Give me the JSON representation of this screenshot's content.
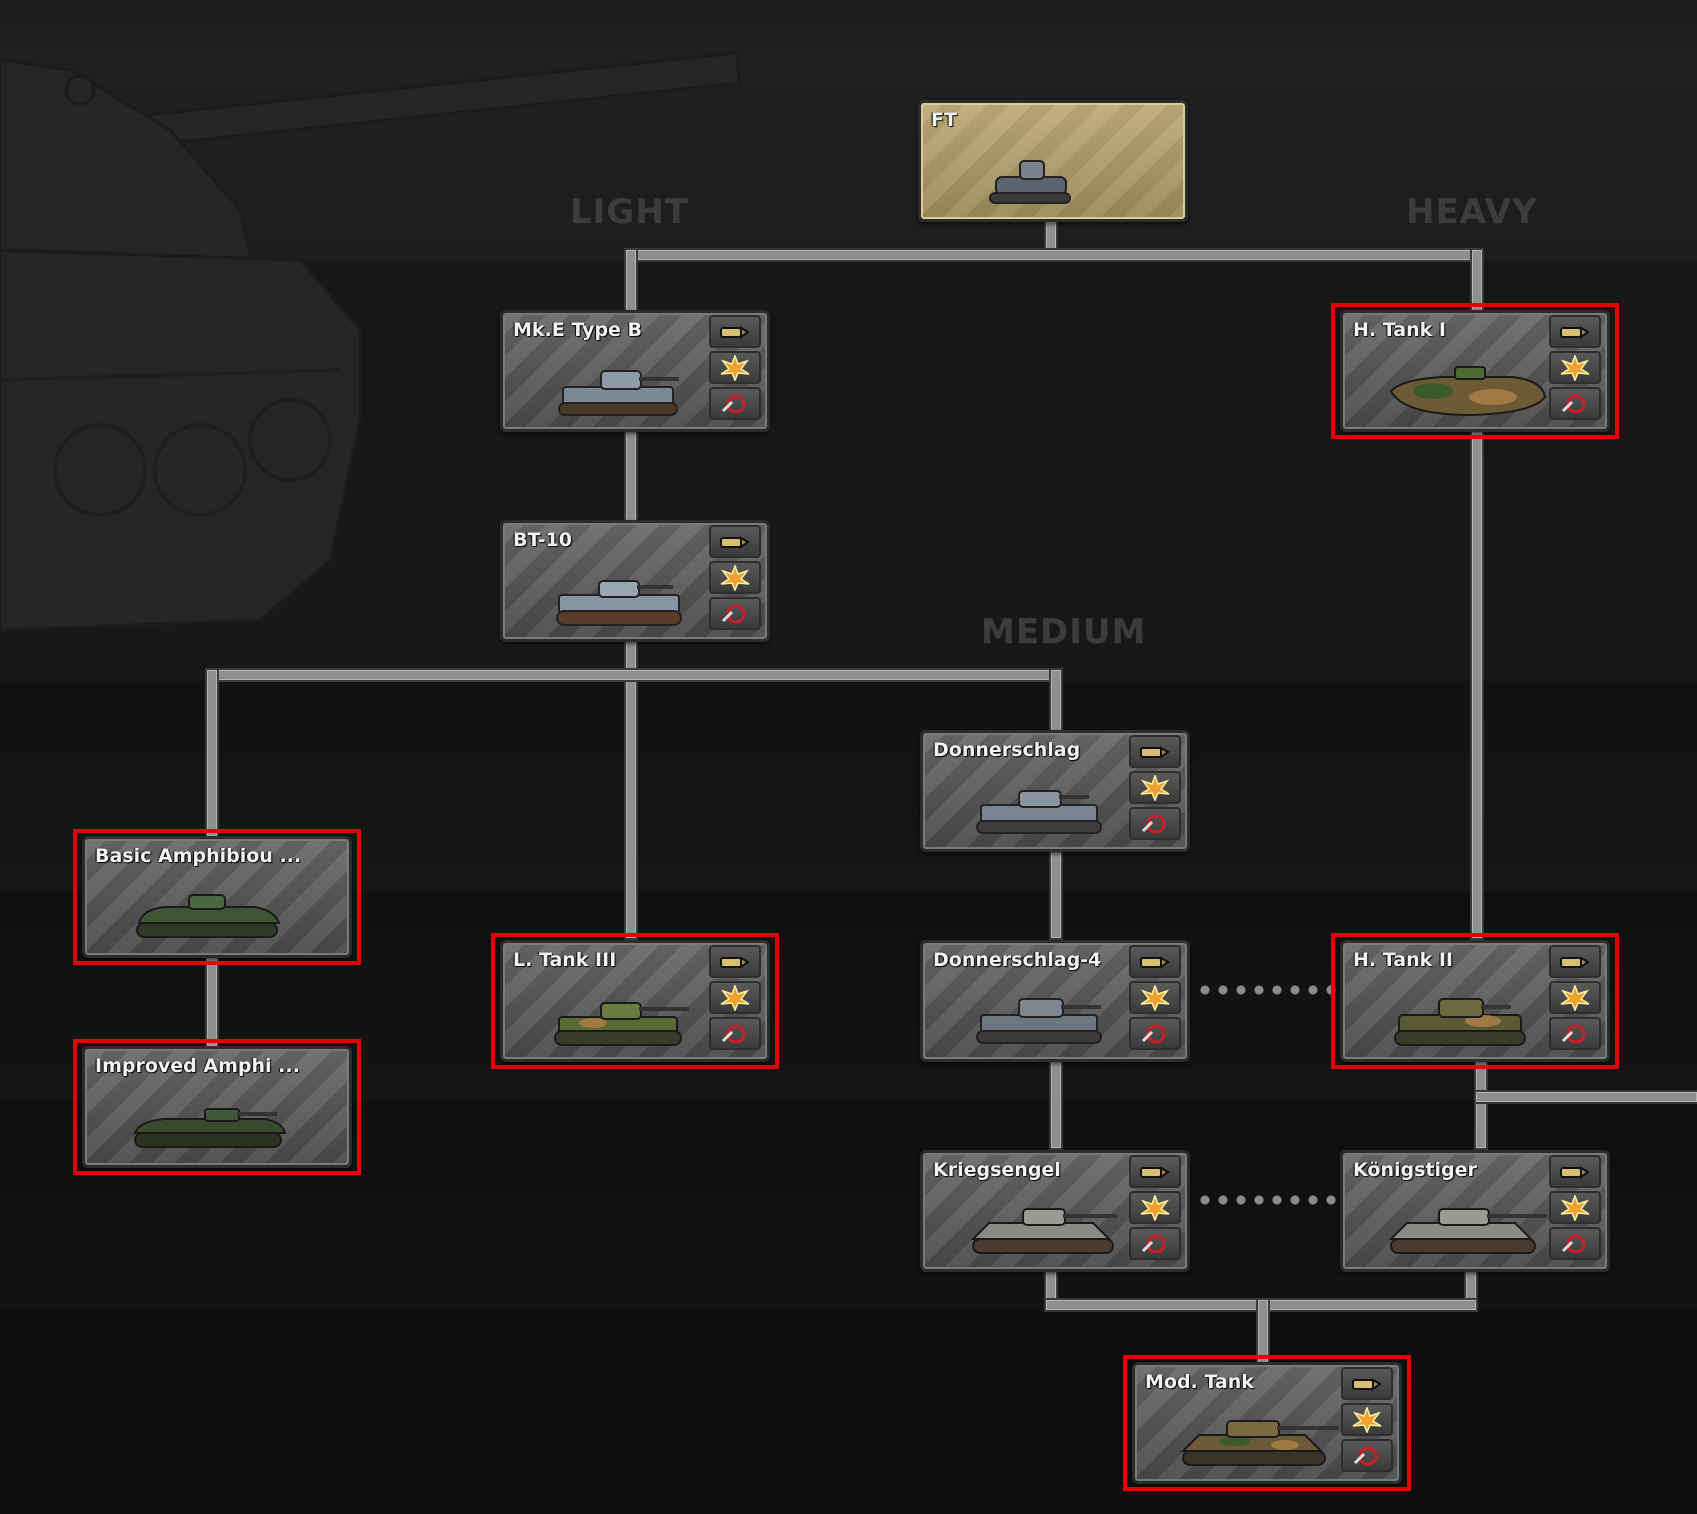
{
  "categories": {
    "light": "LIGHT",
    "heavy": "HEAVY",
    "medium": "MEDIUM"
  },
  "cards": {
    "ft": {
      "name": "FT"
    },
    "mke": {
      "name": "Mk.E Type B"
    },
    "htank1": {
      "name": "H. Tank I"
    },
    "bt10": {
      "name": "BT-10"
    },
    "donner": {
      "name": "Donnerschlag"
    },
    "amph1": {
      "name": "Basic Amphibiou ..."
    },
    "ltank3": {
      "name": "L. Tank III"
    },
    "donner4": {
      "name": "Donnerschlag-4"
    },
    "htank2": {
      "name": "H. Tank II"
    },
    "amph2": {
      "name": "Improved Amphi ..."
    },
    "kriegs": {
      "name": "Kriegsengel"
    },
    "konig": {
      "name": "Königstiger"
    },
    "modtank": {
      "name": "Mod. Tank"
    }
  },
  "icons": [
    "ammo-icon",
    "explosion-icon",
    "repair-icon"
  ],
  "colors": {
    "selection": "#e3000b",
    "researched": "#bfae7a",
    "background": "#141414"
  }
}
